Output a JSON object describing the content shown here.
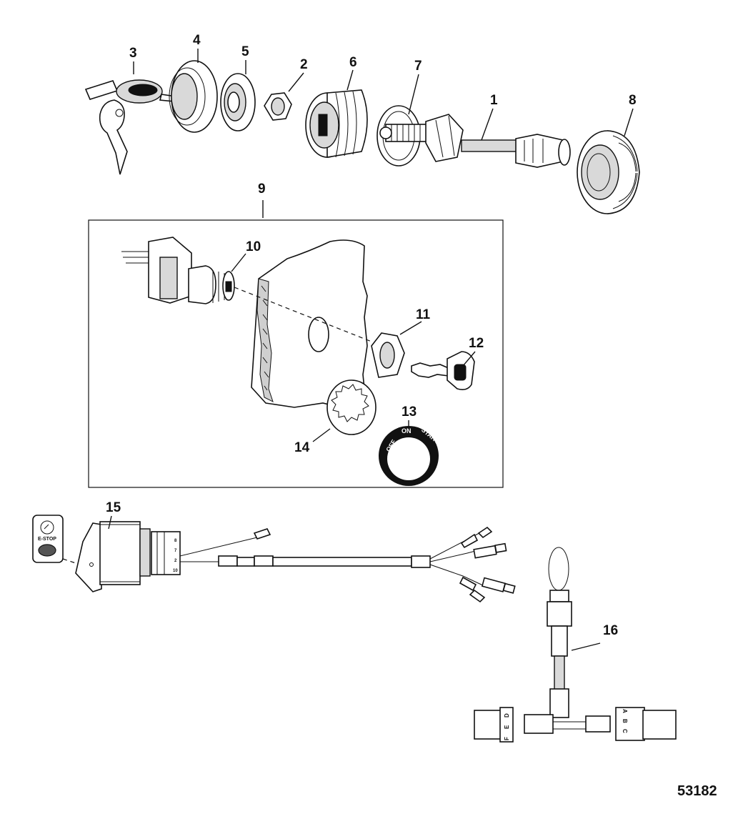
{
  "callouts": {
    "c1": "1",
    "c2": "2",
    "c3": "3",
    "c4": "4",
    "c5": "5",
    "c6": "6",
    "c7": "7",
    "c8": "8",
    "c9": "9",
    "c10": "10",
    "c11": "11",
    "c12": "12",
    "c13": "13",
    "c14": "14",
    "c15": "15",
    "c16": "16"
  },
  "labels": {
    "key_switch_ring": {
      "off": "OFF",
      "on": "ON",
      "start": "START"
    },
    "estop_plate": "E-STOP",
    "harness_pins_left": [
      "8",
      "7",
      "2",
      "10"
    ],
    "harness_connector_right": [
      "A",
      "B",
      "C"
    ],
    "harness_connector_left": [
      "F",
      "E",
      "D"
    ]
  },
  "figure_id": "53182"
}
